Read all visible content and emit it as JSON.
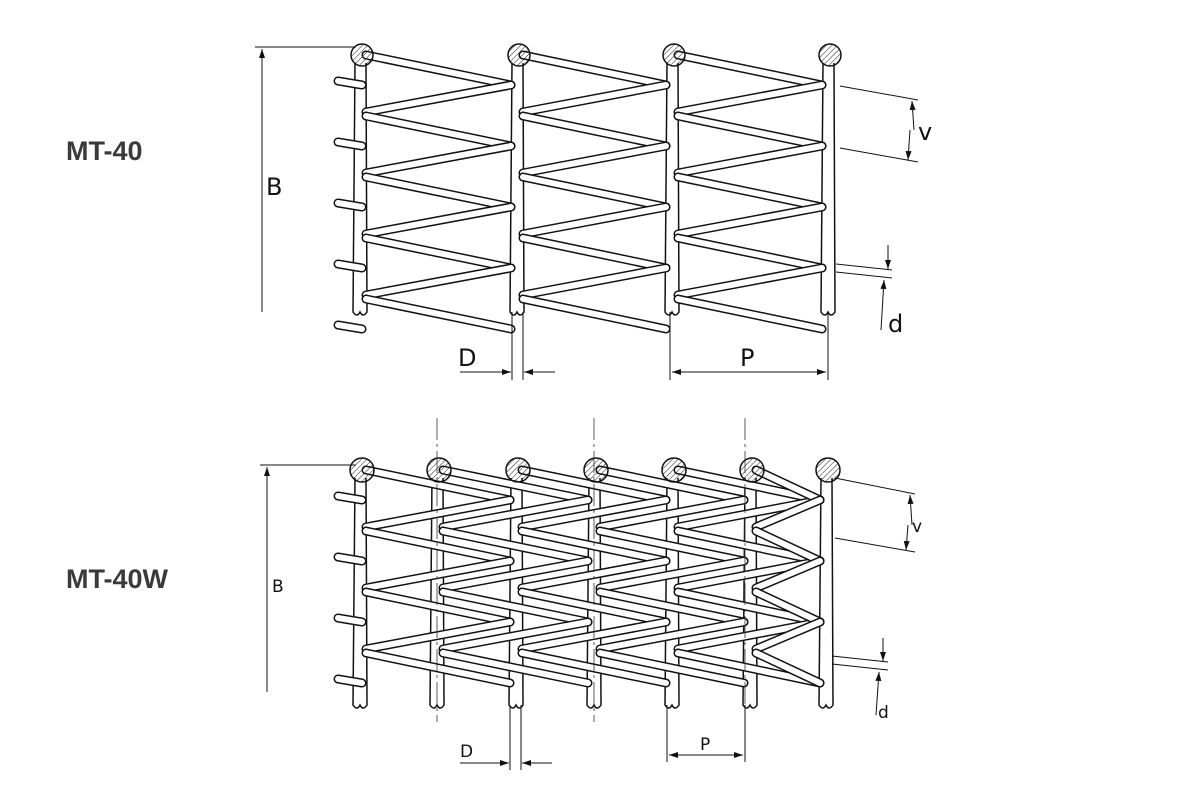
{
  "diagrams": [
    {
      "model": "MT-40",
      "labels": {
        "B": "B",
        "V": "v",
        "d": "d",
        "D": "D",
        "P": "P"
      }
    },
    {
      "model": "MT-40W",
      "labels": {
        "B": "B",
        "V": "v",
        "d": "d",
        "D": "D",
        "P": "P"
      }
    }
  ],
  "colors": {
    "line": "#111111",
    "model_text": "#3a3a3a"
  }
}
